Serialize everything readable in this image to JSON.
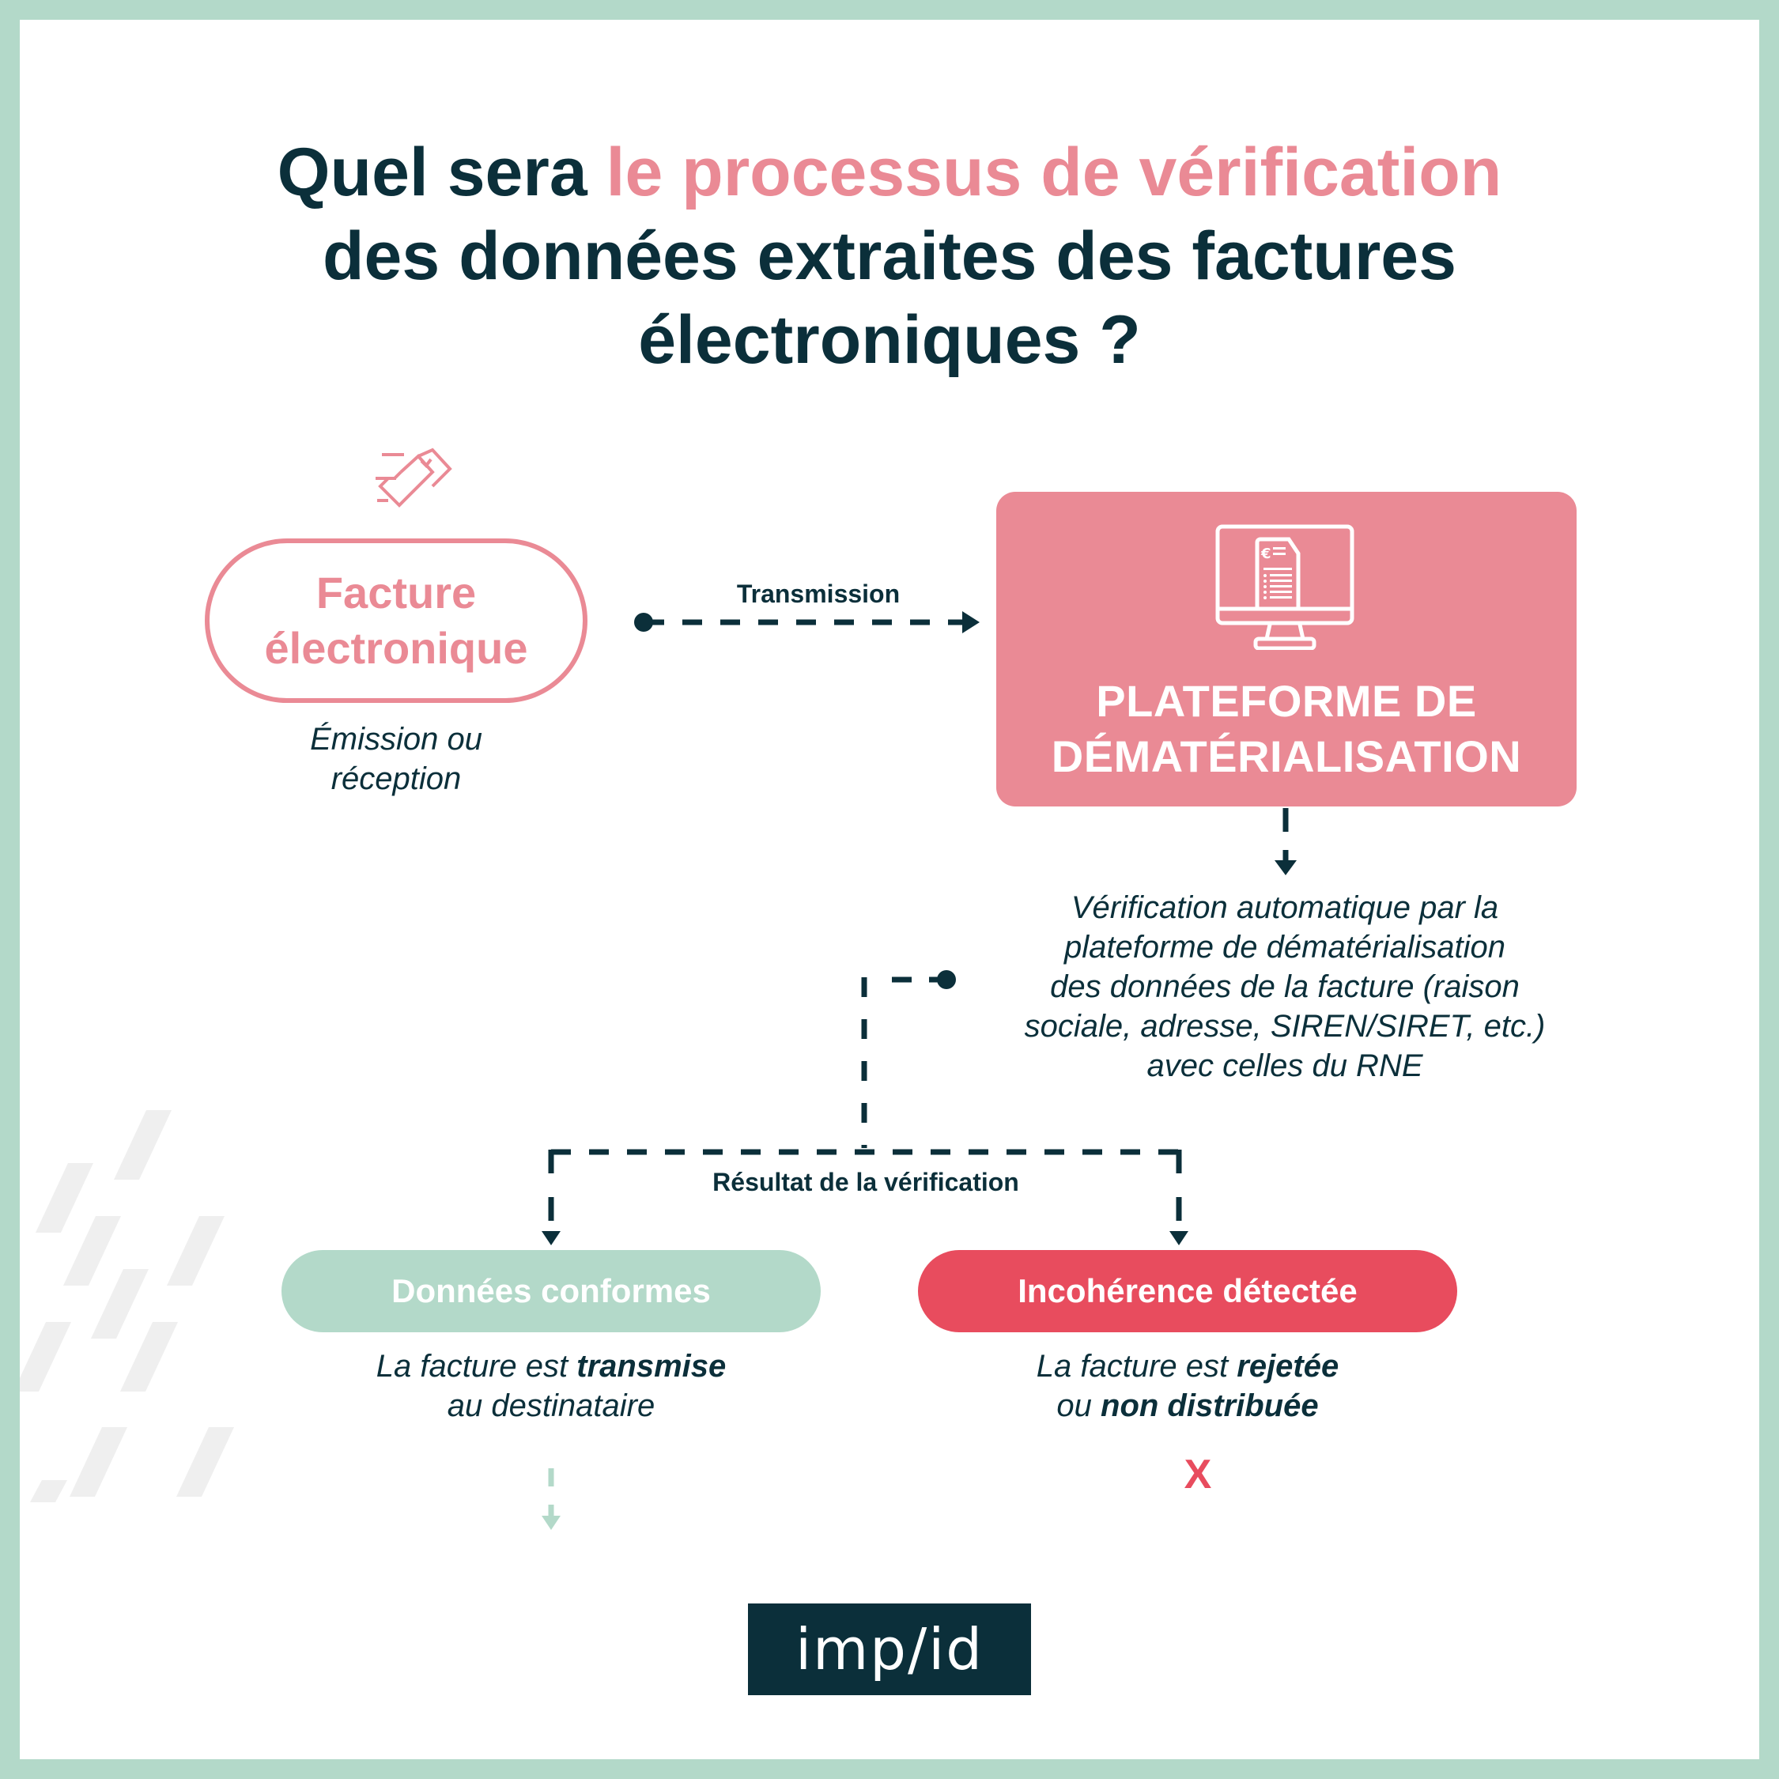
{
  "title": {
    "part1": "Quel sera ",
    "part1_accent": "le processus de vérification",
    "line2": "des données extraites des factures",
    "line3": "électroniques ?"
  },
  "colors": {
    "border": "#b3d9c9",
    "navy": "#0b2f3a",
    "pink": "#ea8a95",
    "green": "#b3d9c9",
    "red": "#e84c5e",
    "watermark": "#efefef"
  },
  "nodes": {
    "facture": {
      "icon": "invoice-fly-icon",
      "line1": "Facture",
      "line2": "électronique",
      "caption_line1": "Émission ou",
      "caption_line2": "réception"
    },
    "transmission_label": "Transmission",
    "platform": {
      "icon": "monitor-invoice-euro-icon",
      "line1": "PLATEFORME DE",
      "line2": "DÉMATÉRIALISATION"
    },
    "verification": {
      "lines": [
        "Vérification automatique par la",
        "plateforme de dématérialisation",
        "des données de la facture (raison",
        "sociale, adresse, SIREN/SIRET, etc.)",
        "avec celles du RNE"
      ]
    },
    "result_label": "Résultat de la vérification",
    "ok": {
      "label": "Données conformes",
      "caption_prefix": "La facture est ",
      "caption_bold": "transmise",
      "caption_line2": "au destinataire"
    },
    "ko": {
      "label": "Incohérence détectée",
      "caption_prefix": "La facture est ",
      "caption_bold": "rejetée",
      "caption_line2_prefix": "ou ",
      "caption_line2_bold": "non distribuée",
      "end_mark": "X"
    }
  },
  "logo": {
    "text": "imp/id"
  }
}
